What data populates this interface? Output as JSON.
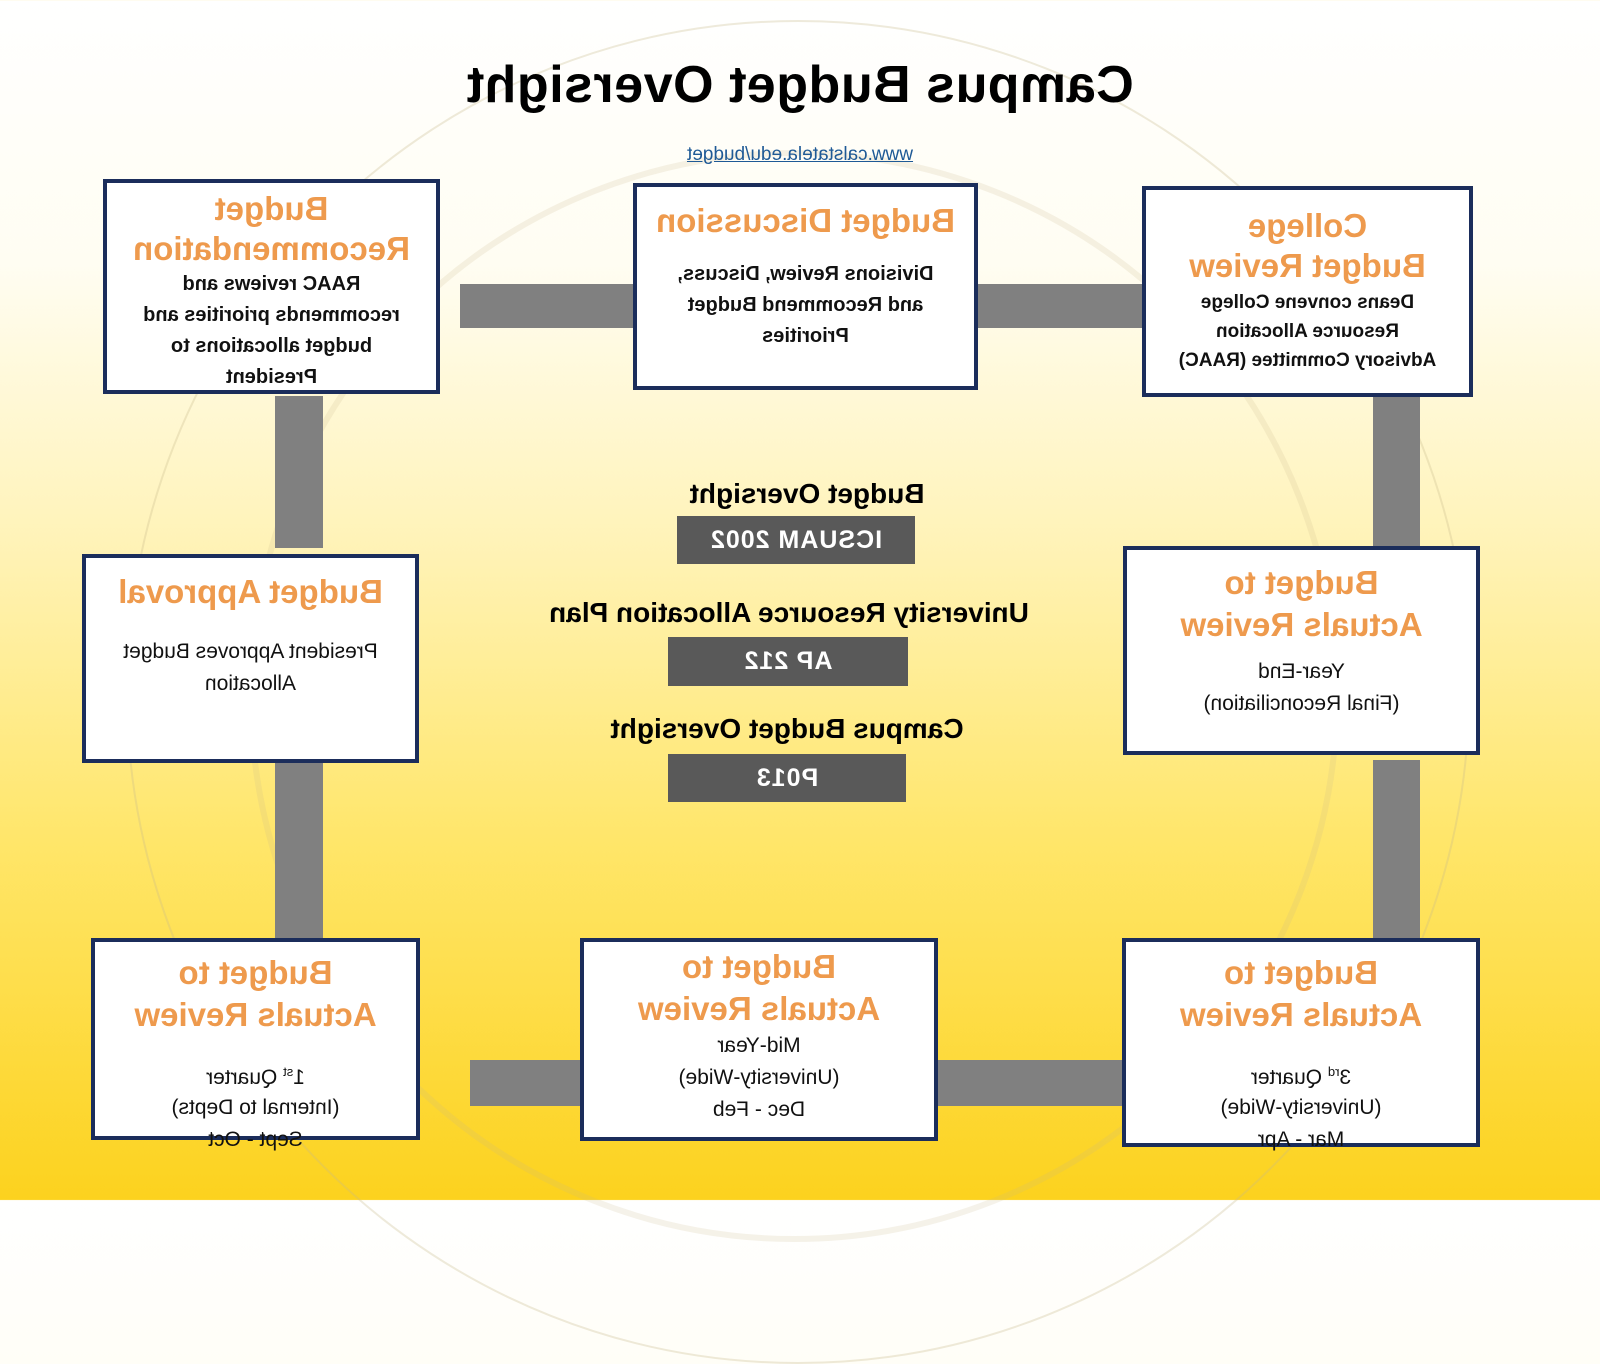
{
  "header": {
    "title": "Campus Budget Oversight",
    "url": "www.calstatela.edu/budget"
  },
  "colors": {
    "box_border": "#1b2d5b",
    "box_title": "#ee9a4d",
    "connector": "#808080",
    "badge": "#595959",
    "gradient_bottom": "#fcd21e"
  },
  "steps": {
    "college_review": {
      "title": "College\nBudget Review",
      "body": "Deans convene  College\nResource Allocation\nAdvisory Committee (RAAC)"
    },
    "budget_discussion": {
      "title": "Budget Discussion",
      "body": "Divisions Review, Discuss,\nand Recommend Budget\nPriorities"
    },
    "budget_recommendation": {
      "title": "Budget\nRecommendation",
      "body": "RAAC reviews and\nrecommends priorities and\nbudget allocations to\nPresident"
    },
    "budget_approval": {
      "title": "Budget Approval",
      "body": "President Approves Budget\nAllocation"
    },
    "first_quarter_review": {
      "title": "Budget to\nActuals Review",
      "quarter_number": "1",
      "quarter_suffix": "st",
      "quarter_word": " Quarter",
      "body": "(Internal to Depts)\nSept - Oct"
    },
    "mid_year_review": {
      "title": "Budget to\nActuals Review",
      "body": "Mid-Year\n(University-Wide)\nDec - Feb"
    },
    "third_quarter_review": {
      "title": "Budget to\nActuals Review",
      "quarter_number": "3",
      "quarter_suffix": "rd",
      "quarter_word": " Quarter",
      "body": "(University-Wide)\nMar - Apr"
    },
    "year_end_review": {
      "title": "Budget to\nActuals Review",
      "body": "Year-End\n(Final Reconciliation)"
    }
  },
  "policies": [
    {
      "label": "Budget Oversight",
      "code": "ICSUAM 2002"
    },
    {
      "label": "University Resource Allocation Plan",
      "code": "AP 212"
    },
    {
      "label": "Campus Budget Oversight",
      "code": "P013"
    }
  ]
}
